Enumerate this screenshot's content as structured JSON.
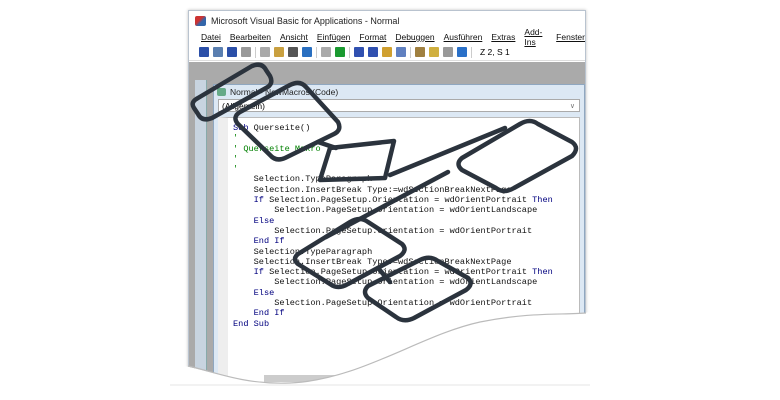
{
  "window": {
    "title": "Microsoft Visual Basic for Applications - Normal"
  },
  "menu": [
    "Datei",
    "Bearbeiten",
    "Ansicht",
    "Einfügen",
    "Format",
    "Debuggen",
    "Ausführen",
    "Extras",
    "Add-Ins",
    "Fenster"
  ],
  "toolbar": {
    "position": "Z 2, S 1",
    "icons": [
      "word-icon",
      "insert-userform-icon",
      "save-icon",
      "cut-icon",
      "copy-icon",
      "paste-icon",
      "find-icon",
      "undo-icon",
      "redo-icon",
      "run-icon",
      "pause-icon",
      "stop-icon",
      "design-mode-icon",
      "project-explorer-icon",
      "properties-icon",
      "object-browser-icon",
      "toolbox-icon",
      "help-icon"
    ]
  },
  "code_window": {
    "title": "Normal - NewMacros (Code)",
    "object_dropdown": "(Allgemein)"
  },
  "code_lines": [
    {
      "t": "Sub Querseite()",
      "k": "sub"
    },
    {
      "t": "'",
      "k": "cm"
    },
    {
      "t": "' Querseite Makro",
      "k": "cm"
    },
    {
      "t": "'",
      "k": "cm"
    },
    {
      "t": "'",
      "k": "cm"
    },
    {
      "t": "    Selection.TypeParagraph",
      "k": ""
    },
    {
      "t": "    Selection.InsertBreak Type:=wdSectionBreakNextPage",
      "k": ""
    },
    {
      "t": "    If Selection.PageSetup.Orientation = wdOrientPortrait Then",
      "k": "if"
    },
    {
      "t": "        Selection.PageSetup.Orientation = wdOrientLandscape",
      "k": ""
    },
    {
      "t": "    Else",
      "k": "kw"
    },
    {
      "t": "        Selection.PageSetup.Orientation = wdOrientPortrait",
      "k": ""
    },
    {
      "t": "    End If",
      "k": "kw"
    },
    {
      "t": "    Selection.TypeParagraph",
      "k": ""
    },
    {
      "t": "    Selection.InsertBreak Type:=wdSectionBreakNextPage",
      "k": ""
    },
    {
      "t": "    If Selection.PageSetup.Orientation = wdOrientPortrait Then",
      "k": "if"
    },
    {
      "t": "        Selection.PageSetup.Orientation = wdOrientLandscape",
      "k": ""
    },
    {
      "t": "    Else",
      "k": "kw"
    },
    {
      "t": "        Selection.PageSetup.Orientation = wdOrientPortrait",
      "k": ""
    },
    {
      "t": "    End If",
      "k": "kw"
    },
    {
      "t": "End Sub",
      "k": "kw"
    }
  ],
  "colors": {
    "keyword": "#00007f",
    "comment": "#008000",
    "flowchart_stroke": "#2b333d"
  }
}
